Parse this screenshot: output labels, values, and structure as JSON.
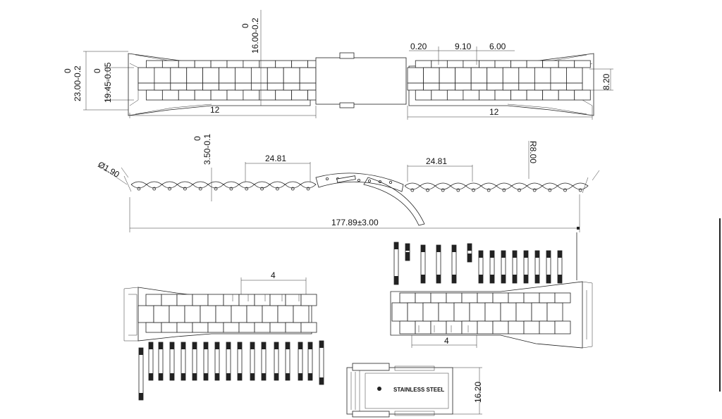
{
  "dimensions": {
    "top_center_tol": "0",
    "top_center": "16.00-0.2",
    "left_outer_tol": "0",
    "left_outer": "23.00-0.2",
    "left_inner_tol": "0",
    "left_inner": "19.45-0.05",
    "top_gap_1": "0.20",
    "top_gap_2": "9.10",
    "top_gap_3": "6.00",
    "right_height": "8.20",
    "left_count": "12",
    "right_count": "12",
    "thickness_tol": "0",
    "thickness": "3.50-0.1",
    "pin_diameter": "Ø1.90",
    "link_pitch_left": "24.81",
    "link_pitch_right": "24.81",
    "radius": "R8.00",
    "total_length": "177.89±3.00",
    "lower_left_count": "4",
    "lower_right_count": "4",
    "clasp_height": "16.20"
  },
  "clasp_stamp": "STAINLESS STEEL"
}
